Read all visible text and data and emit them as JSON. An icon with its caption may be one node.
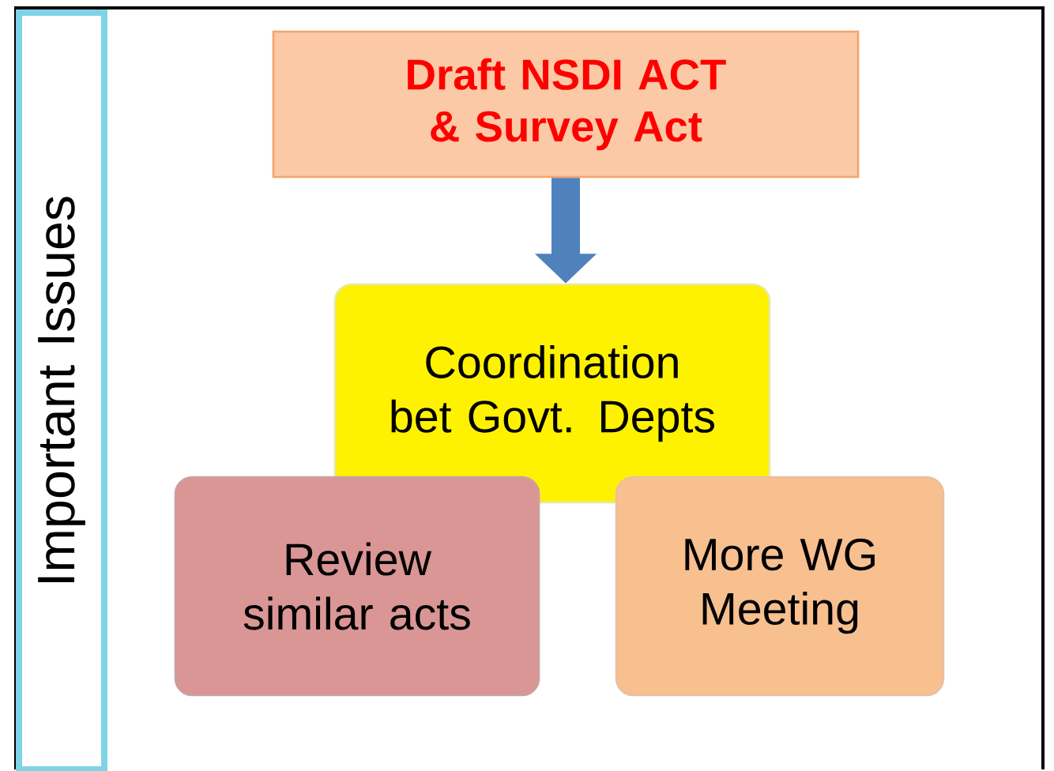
{
  "diagram": {
    "nodes": [
      {
        "text": [
          "Important Issues"
        ]
      },
      {
        "text": [
          "Draft NSDI ACT & Survey Act"
        ]
      },
      {
        "text": [
          "Coordination bet Govt. Depts"
        ]
      },
      {
        "text": [
          "Review similar acts"
        ]
      },
      {
        "text": [
          "More WG Meeting"
        ]
      }
    ],
    "edges": [
      {
        "from": 1,
        "to": 2,
        "arrow": "to",
        "color": "#4f81bd"
      }
    ]
  }
}
